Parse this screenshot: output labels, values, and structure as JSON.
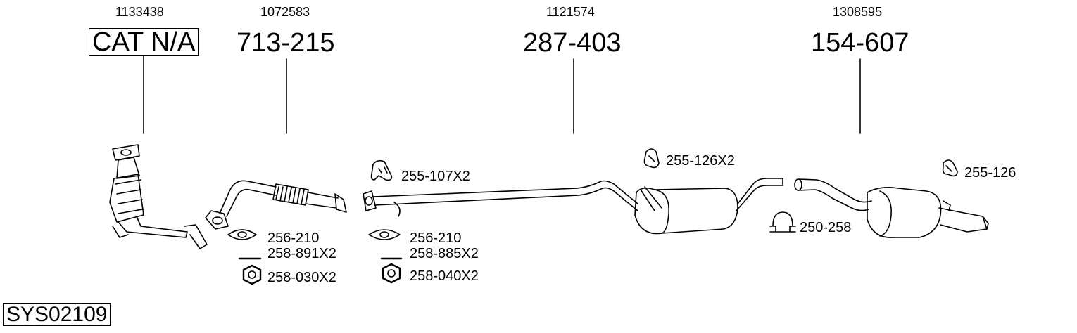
{
  "groups": [
    {
      "code": "1133438",
      "part": "CAT N/A"
    },
    {
      "code": "1072583",
      "part": "713-215"
    },
    {
      "code": "1121574",
      "part": "287-403"
    },
    {
      "code": "1308595",
      "part": "154-607"
    }
  ],
  "accessories": {
    "a1": "255-107X2",
    "a2": "255-126X2",
    "a3": "255-126",
    "a4": "250-258",
    "a5": "256-210",
    "a6": "258-891X2",
    "a7": "258-030X2",
    "a8": "256-210",
    "a9": "258-885X2",
    "a10": "258-040X2"
  },
  "system_id": "SYS02109"
}
